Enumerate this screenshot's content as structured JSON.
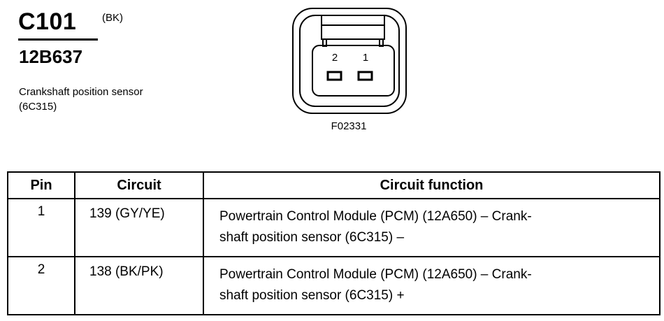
{
  "header": {
    "connector_id": "C101",
    "color_code": "(BK)",
    "part_number": "12B637",
    "description": "Crankshaft position sensor (6C315)"
  },
  "figure": {
    "pin_labels": [
      "2",
      "1"
    ],
    "figure_number": "F02331"
  },
  "table": {
    "headers": {
      "pin": "Pin",
      "circuit": "Circuit",
      "function": "Circuit function"
    },
    "rows": [
      {
        "pin": "1",
        "circuit": "139 (GY/YE)",
        "function_line1": "Powertrain Control Module (PCM) (12A650) – Crank-",
        "function_line2": "shaft position sensor (6C315) –"
      },
      {
        "pin": "2",
        "circuit": "138 (BK/PK)",
        "function_line1": "Powertrain Control Module (PCM) (12A650) – Crank-",
        "function_line2": "shaft position sensor (6C315) +"
      }
    ]
  }
}
